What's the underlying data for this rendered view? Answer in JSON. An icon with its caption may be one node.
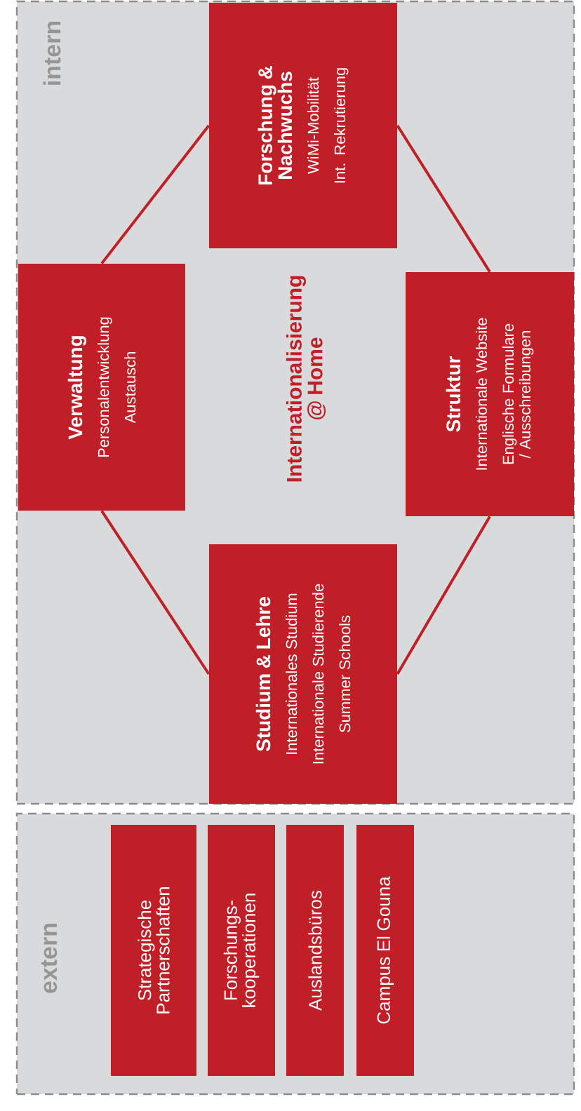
{
  "diagram": {
    "nodes": [
      {
        "text": [
          "intern"
        ]
      },
      {
        "text": [
          "Forschung & Nachwuchs",
          "WiMi-Mobilität",
          "Int. Rekrutierung"
        ],
        "in": 0
      },
      {
        "text": [
          "Verwaltung",
          "Personalentwicklung",
          "Austausch"
        ],
        "in": 0
      },
      {
        "text": [
          "Struktur",
          "Internationale Website",
          "Englische Formulare / Ausschreibungen"
        ],
        "in": 0
      },
      {
        "text": [
          "Studium & Lehre",
          "Internationales Studium",
          "Internationale Studierende",
          "Summer Schools"
        ],
        "in": 0
      },
      {
        "text": [
          "extern"
        ]
      },
      {
        "text": [
          "Strategische Partnerschaften"
        ],
        "in": 5
      },
      {
        "text": [
          "Forschungs- kooperationen"
        ],
        "in": 5
      },
      {
        "text": [
          "Auslandsbüros"
        ],
        "in": 5
      },
      {
        "text": [
          "Campus El Gouna"
        ],
        "in": 5
      }
    ],
    "edges": [
      {
        "from": 1,
        "to": 2,
        "arrow": "none"
      },
      {
        "from": 1,
        "to": 3,
        "arrow": "none"
      },
      {
        "from": 2,
        "to": 4,
        "arrow": "none"
      },
      {
        "from": 3,
        "to": 4,
        "arrow": "none"
      }
    ],
    "labels": [
      "Internationalisierung @ Home"
    ]
  }
}
